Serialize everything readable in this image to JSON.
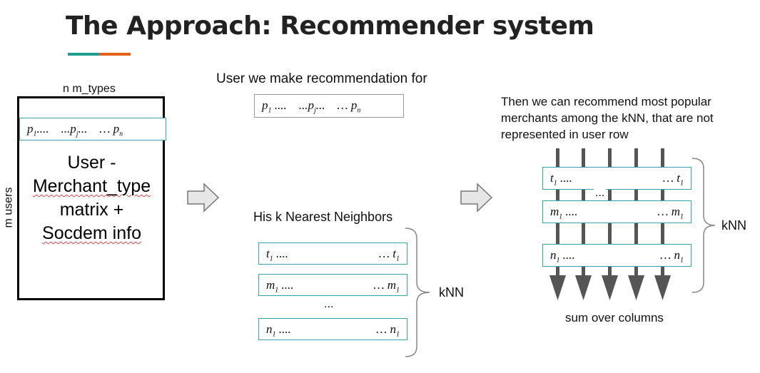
{
  "title": "The Approach: Recommender system",
  "colors": {
    "accent_teal": "#1f9e8f",
    "accent_orange": "#e2621b",
    "row_border": "#3aa3a8"
  },
  "matrix": {
    "top_label": "n m_types",
    "side_label": "m users",
    "row": {
      "left": "p",
      "left_sub": "1",
      "mid_a": "....    ...p",
      "mid_sub": "j",
      "mid_b": "...    … p",
      "right_sub": "n"
    },
    "line1": "User -",
    "line2": "Merchant_type",
    "line3": "matrix +",
    "line4": "Socdem info"
  },
  "middle": {
    "user_heading": "User we make recommendation for",
    "user_row": {
      "a": "p",
      "a_sub": "1",
      "b": " ....    ...p",
      "b_sub": "j",
      "c": "...    … p",
      "c_sub": "n"
    },
    "neighbors_heading": "His k Nearest Neighbors",
    "rows": [
      {
        "left": "t",
        "left_sub": "1",
        "left_tail": " ....",
        "right": "… t",
        "right_sub": "1"
      },
      {
        "left": "m",
        "left_sub": "1",
        "left_tail": " ....",
        "right": "… m",
        "right_sub": "1"
      },
      {
        "left": "n",
        "left_sub": "1",
        "left_tail": " ....",
        "right": "… n",
        "right_sub": "1"
      }
    ],
    "ellipsis": "...",
    "bracket_label": "kNN"
  },
  "right": {
    "description_line1": "Then we can recommend most popular",
    "description_line2": "merchants among the kNN, that are not",
    "description_line3": "represented in user row",
    "rows": [
      {
        "left": "t",
        "left_sub": "1",
        "left_tail": " ....",
        "right": "… t",
        "right_sub": "1"
      },
      {
        "left": "m",
        "left_sub": "1",
        "left_tail": " ....",
        "right": "… m",
        "right_sub": "1"
      },
      {
        "left": "n",
        "left_sub": "1",
        "left_tail": " ....",
        "right": "… n",
        "right_sub": "1"
      }
    ],
    "ellipsis": "...",
    "bracket_label": "kNN",
    "footer": "sum over columns"
  },
  "icons": [
    "right-arrow-icon",
    "right-arrow-icon",
    "down-arrow-icon"
  ]
}
